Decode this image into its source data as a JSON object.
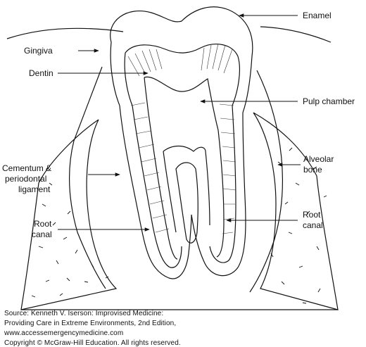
{
  "labels": {
    "enamel": "Enamel",
    "gingiva": "Gingiva",
    "dentin": "Dentin",
    "pulp_chamber": "Pulp chamber",
    "alveolar_bone_1": "Alveolar",
    "alveolar_bone_2": "bone",
    "cementum_1": "Cementum &",
    "cementum_2": "periodontal",
    "cementum_3": "ligament",
    "root_canal_left_1": "Root",
    "root_canal_left_2": "canal",
    "root_canal_right_1": "Root",
    "root_canal_right_2": "canal"
  },
  "source": {
    "line1": "Source: Kenneth V. Iserson: Improvised Medicine:",
    "line2": "Providing Care in Extreme Environments, 2nd Edition,",
    "line3": "www.accessemergencymedicine.com",
    "line4": "Copyright © McGraw-Hill Education. All rights reserved."
  },
  "colors": {
    "ink": "#111111",
    "background": "#ffffff"
  }
}
